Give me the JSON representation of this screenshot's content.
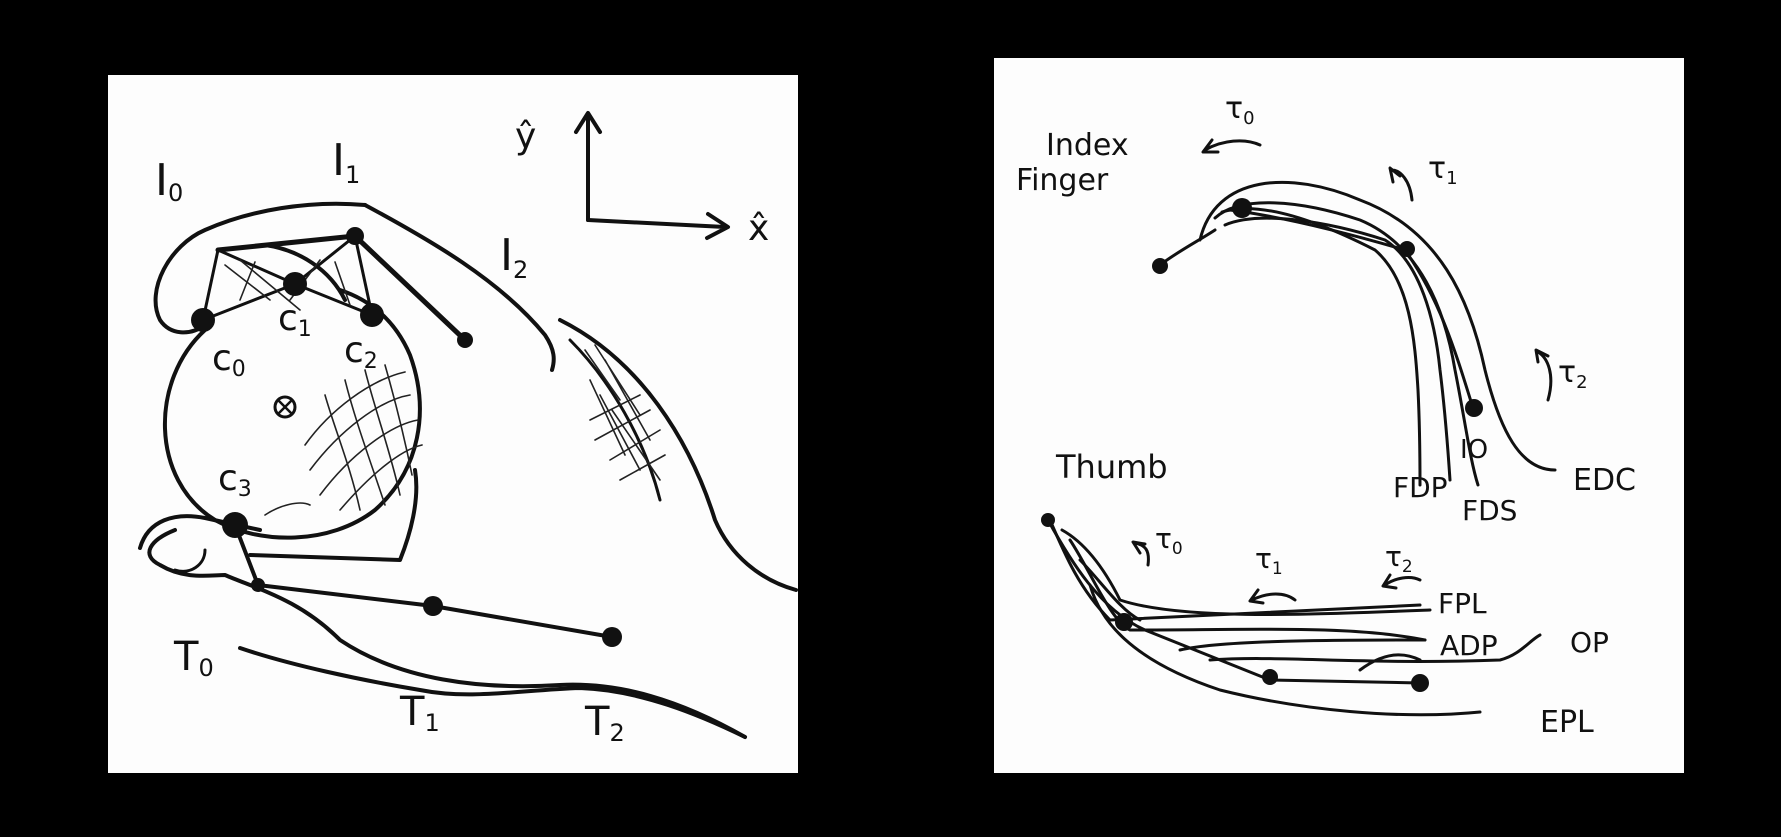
{
  "left_panel": {
    "axis": {
      "y_label": "ŷ",
      "x_label": "x̂"
    },
    "index_joints": [
      "I",
      "I",
      "I"
    ],
    "index_joint_subs": [
      "0",
      "1",
      "2"
    ],
    "contacts": [
      "c",
      "c",
      "c",
      "c"
    ],
    "contact_subs": [
      "0",
      "1",
      "2",
      "3"
    ],
    "center_symbol": "⊗",
    "thumb_joints": [
      "T",
      "T",
      "T"
    ],
    "thumb_joint_subs": [
      "0",
      "1",
      "2"
    ]
  },
  "right_panel": {
    "index_title_line1": "Index",
    "index_title_line2": "Finger",
    "index_torques": [
      {
        "sym": "τ",
        "sub": "0"
      },
      {
        "sym": "τ",
        "sub": "1"
      },
      {
        "sym": "τ",
        "sub": "2"
      }
    ],
    "index_tendons": [
      "FDP",
      "FDS",
      "EDC"
    ],
    "index_marker": "IO",
    "thumb_title": "Thumb",
    "thumb_torques": [
      {
        "sym": "τ",
        "sub": "0"
      },
      {
        "sym": "τ",
        "sub": "1"
      },
      {
        "sym": "τ",
        "sub": "2"
      }
    ],
    "thumb_tendons": [
      "FPL",
      "ADP",
      "OP",
      "EPL"
    ]
  }
}
